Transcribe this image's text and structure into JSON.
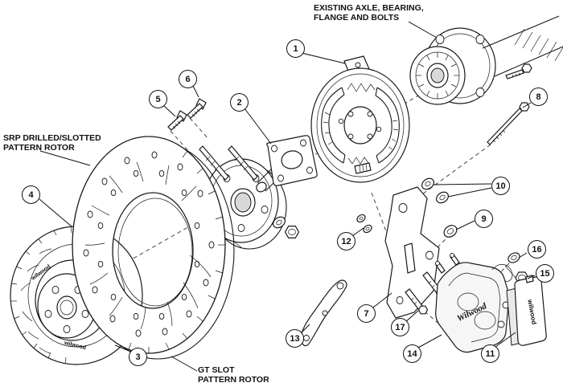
{
  "labels": {
    "axle": {
      "line1": "EXISTING AXLE, BEARING,",
      "line2": "FLANGE AND BOLTS"
    },
    "srp_rotor": {
      "line1": "SRP DRILLED/SLOTTED",
      "line2": "PATTERN ROTOR"
    },
    "gt_rotor": {
      "line1": "GT SLOT",
      "line2": "PATTERN ROTOR"
    }
  },
  "branding": {
    "caliper_logo": "Wilwood",
    "pad_logo": "wilwood",
    "rotor_logo_top": "wilwood",
    "rotor_logo_bottom": "wilwood"
  },
  "callouts": [
    {
      "number": "1"
    },
    {
      "number": "2"
    },
    {
      "number": "3"
    },
    {
      "number": "4"
    },
    {
      "number": "5"
    },
    {
      "number": "6"
    },
    {
      "number": "7"
    },
    {
      "number": "8"
    },
    {
      "number": "9"
    },
    {
      "number": "10"
    },
    {
      "number": "11"
    },
    {
      "number": "12"
    },
    {
      "number": "13"
    },
    {
      "number": "14"
    },
    {
      "number": "15"
    },
    {
      "number": "16"
    },
    {
      "number": "17"
    }
  ]
}
